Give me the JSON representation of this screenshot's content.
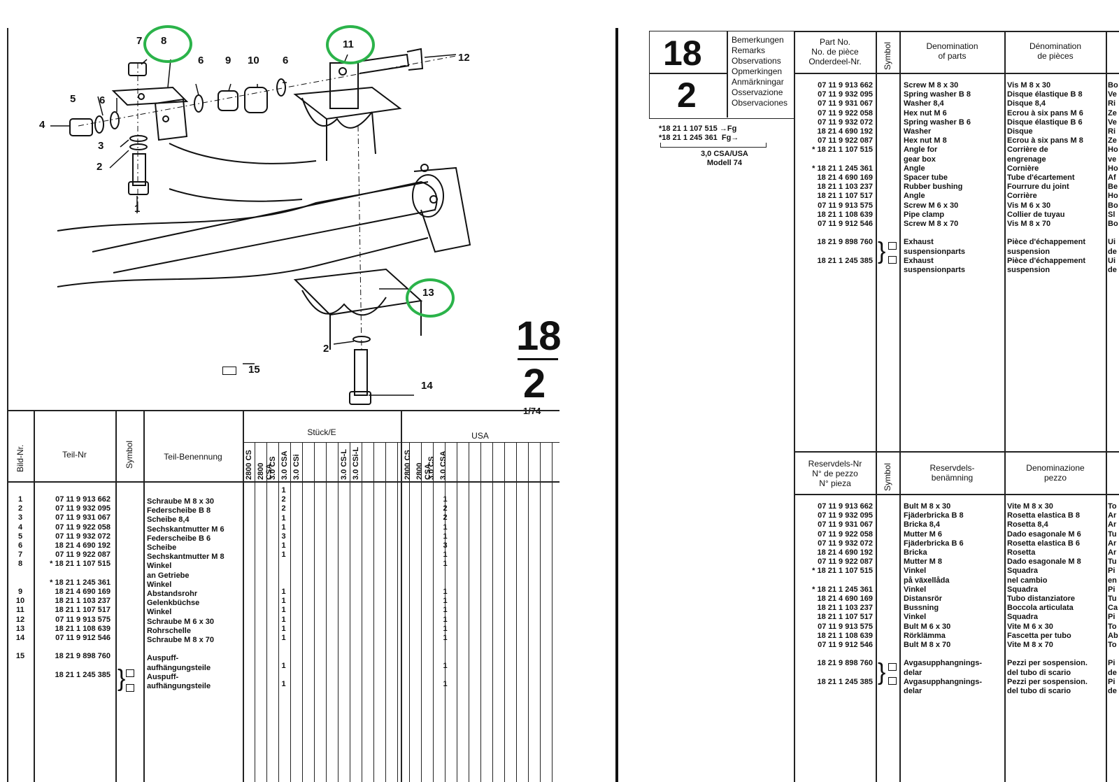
{
  "left_page": {
    "section_number": "18",
    "section_sub": "2",
    "edition": "1/74",
    "diagram_callouts": [
      "1",
      "2",
      "3",
      "4",
      "5",
      "6",
      "6",
      "6",
      "7",
      "8",
      "9",
      "10",
      "11",
      "12",
      "13",
      "14",
      "2",
      "15"
    ],
    "highlighted_callouts": [
      "8",
      "11",
      "13"
    ],
    "columns": {
      "bild_nr": "Bild-Nr.",
      "teil_nr": "Teil-Nr",
      "symbol": "Symbol",
      "teil_benennung": "Teil-Benennung",
      "stueck": "Stück/E",
      "usa": "USA"
    },
    "model_columns_stueck": [
      "2800 CS",
      "2800 CSA",
      "3.0 CS",
      "3.0 CSA",
      "3.0 CSi",
      "3.0 CS-L",
      "3.0 CSi-L"
    ],
    "model_columns_usa": [
      "2800 CS",
      "2800 CSA",
      "3.0 CS",
      "3.0 CSA"
    ],
    "rows": {
      "bild": "1\n2\n3\n4\n5\n6\n7\n8\n\n\n9\n10\n11\n12\n13\n14\n\n15",
      "teil": "07 11 9 913 662\n07 11 9 932 095\n07 11 9 931 067\n07 11 9 922 058\n07 11 9 932 072\n18 21 4 690 192\n07 11 9 922 087\n* 18 21 1 107 515\n\n* 18 21 1 245 361\n18 21 4 690 169\n18 21 1 103 237\n18 21 1 107 517\n07 11 9 913 575\n18 21 1 108 639\n07 11 9 912 546\n\n18 21 9 898 760\n\n18 21 1 245 385",
      "benennung": "Schraube M 8 x 30\nFederscheibe B 8\nScheibe 8,4\nSechskantmutter M 6\nFederscheibe B 6\nScheibe\nSechskantmutter M 8\nWinkel\nan Getriebe\nWinkel\nAbstandsrohr\nGelenkbüchse\nWinkel\nSchraube M 6 x 30\nRohrschelle\nSchraube M 8 x 70\n\nAuspuff-\naufhängungsteile\nAuspuff-\naufhängungsteile",
      "qty_a": "\n\n\n\n\n\n\n\n\n\n1\n1\n1\n1\n1\n1\n\n\n1\n\n1",
      "qty_b": "1\n2\n2\n1\n1\n3\n1\n1\n\n\n\n\n\n\n\n\n\n\n\n\n",
      "qty_usa": "1\n2\n2\n1\n1\n3\n1\n1\n\n\n1\n1\n1\n1\n1\n1\n\n\n1\n\n1"
    }
  },
  "right_page": {
    "section_number": "18",
    "section_sub": "2",
    "remarks_header": "Bemerkungen\nRemarks\nObservations\nOpmerkingen\nAnmärkningar\nOsservazione\nObservaciones",
    "remarks_note": "*18 21 1 107 515 →Fg\n*18 21 1 245 361  Fg→",
    "remarks_model": "3,0 CSA/USA\nModell 74",
    "top_headers": {
      "part_no": "Part No.\nNo. de pièce\nOnderdeel-Nr.",
      "symbol": "Symbol",
      "denom_en": "Denomination\nof parts",
      "denom_fr": "Dénomination\nde pièces"
    },
    "top_rows": {
      "parts": "07 11 9 913 662\n07 11 9 932 095\n07 11 9 931 067\n07 11 9 922 058\n07 11 9 932 072\n18 21 4 690 192\n07 11 9 922 087\n* 18 21 1 107 515\n\n* 18 21 1 245 361\n18 21 4 690 169\n18 21 1 103 237\n18 21 1 107 517\n07 11 9 913 575\n18 21 1 108 639\n07 11 9 912 546\n\n18 21 9 898 760\n\n18 21 1 245 385",
      "en": "Screw M 8 x 30\nSpring washer B 8\nWasher 8,4\nHex nut M 6\nSpring washer B 6\nWasher\nHex nut M 8\nAngle for\ngear box\nAngle\nSpacer tube\nRubber bushing\nAngle\nScrew M 6 x 30\nPipe clamp\nScrew M 8 x 70\n\nExhaust\nsuspensionparts\nExhaust\nsuspensionparts",
      "fr": "Vis M 8 x 30\nDisque élastique B 8\nDisque 8,4\nEcrou à six pans M 6\nDisque élastique B 6\nDisque\nEcrou à six pans M 8\nCorrière de\nengrenage\nCornière\nTube d'écartement\nFourrure du joint\nCorrière\nVis M 6 x 30\nCollier de tuyau\nVis M 8 x 70\n\nPièce d'échappement\nsuspension\nPièce d'échappement\nsuspension",
      "nl": "Bo\nVe\nRi\nZe\nVe\nRi\nZe\nHo\nve\nHo\nAf\nBe\nHo\nBo\nSl\nBo\n\nUi\nde\nUi\nde"
    },
    "bottom_headers": {
      "part_no": "Reservdels-Nr\nN° de pezzo\nN° pieza",
      "symbol": "Symbol",
      "denom_sv": "Reservdels-\nbenämning",
      "denom_it": "Denominazione\npezzo"
    },
    "bottom_rows": {
      "parts": "07 11 9 913 662\n07 11 9 932 095\n07 11 9 931 067\n07 11 9 922 058\n07 11 9 932 072\n18 21 4 690 192\n07 11 9 922 087\n* 18 21 1 107 515\n\n* 18 21 1 245 361\n18 21 4 690 169\n18 21 1 103 237\n18 21 1 107 517\n07 11 9 913 575\n18 21 1 108 639\n07 11 9 912 546\n\n18 21 9 898 760\n\n18 21 1 245 385",
      "sv": "Bult M 8 x 30\nFjäderbricka B 8\nBricka 8,4\nMutter M 6\nFjäderbricka B 6\nBricka\nMutter M 8\nVinkel\npå växellåda\nVinkel\nDistansrör\nBussning\nVinkel\nBult M 6 x 30\nRörklämma\nBult M 8 x 70\n\nAvgasupphangnings-\ndelar\nAvgasupphangnings-\ndelar",
      "it": "Vite M 8 x 30\nRosetta elastica B 8\nRosetta 8,4\nDado esagonale M 6\nRosetta elastica B 6\nRosetta\nDado esagonale M 8\nSquadra\nnel cambio\nSquadra\nTubo distanziatore\nBoccola articulata\nSquadra\nVite M 6 x 30\nFascetta per tubo\nVite M 8 x 70\n\nPezzi per sospension.\ndel tubo di scario\nPezzi per sospension.\ndel tubo di scario",
      "es": "To\nAr\nAr\nTu\nAr\nAr\nTu\nPi\nen\nPi\nTu\nCa\nPi\nTo\nAb\nTo\n\nPi\nde\nPi\nde"
    }
  }
}
